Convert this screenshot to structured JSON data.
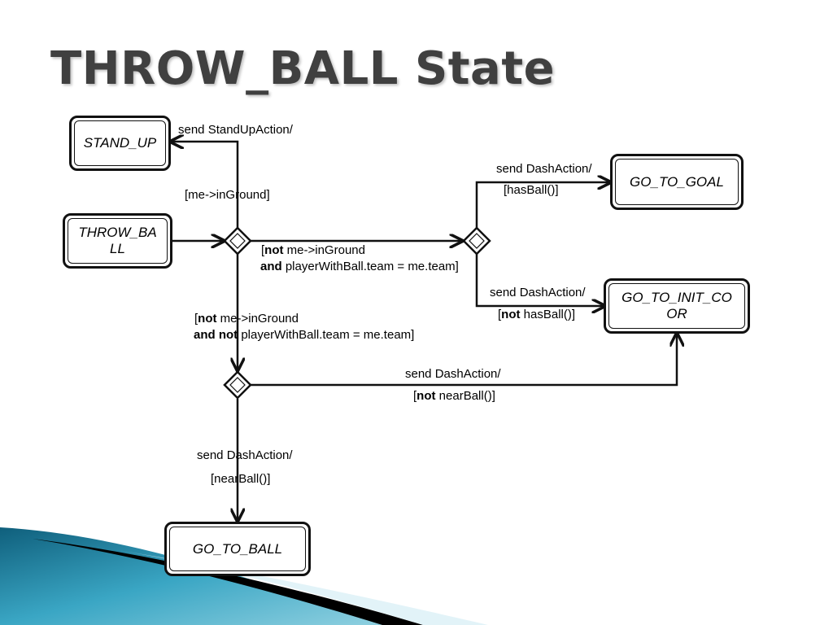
{
  "slide": {
    "title": "THROW_BALL State"
  },
  "states": {
    "stand_up": "STAND_UP",
    "throw_ball": "THROW_BALL",
    "go_to_goal": "GO_TO_GOAL",
    "go_to_init_coor": "GO_TO_INIT_COOR",
    "go_to_ball": "GO_TO_BALL"
  },
  "transitions": {
    "to_stand_up": {
      "action": "send StandUpAction/",
      "guard": "[me->inGround]"
    },
    "to_goal": {
      "action": "send DashAction/",
      "guard": "[hasBall()]"
    },
    "mid": {
      "open": "[",
      "not": "not",
      "line1_rest": " me->inGround",
      "and": "and",
      "line2_rest": " playerWithBall.team = me.team]"
    },
    "to_init": {
      "action": "send DashAction/",
      "open": "[",
      "not": "not",
      "rest": " hasBall()]"
    },
    "down": {
      "open": "[",
      "not": "not",
      "line1_rest": " me->inGround",
      "and_not": "and not",
      "line2_rest": " playerWithBall.team = me.team]"
    },
    "near_init": {
      "action": "send DashAction/",
      "open": "[",
      "not": "not",
      "rest": " nearBall()]"
    },
    "to_ball": {
      "action": "send DashAction/",
      "guard": "[nearBall()]"
    }
  },
  "colors": {
    "title": "#404040",
    "line": "#111111",
    "wave_dark": "#1a6f8c",
    "wave_light": "#8fd0e0"
  }
}
